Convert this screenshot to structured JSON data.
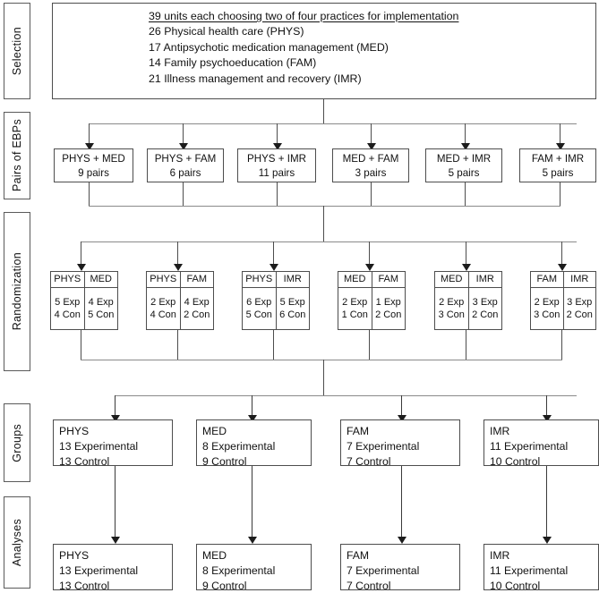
{
  "diagram": {
    "title": "Study flow: selection, pairing, randomization, groups and analyses",
    "stages": [
      {
        "key": "selection",
        "label": "Selection"
      },
      {
        "key": "pairs",
        "label": "Pairs of EBPs"
      },
      {
        "key": "randomization",
        "label": "Randomization"
      },
      {
        "key": "groups",
        "label": "Groups"
      },
      {
        "key": "analyses",
        "label": "Analyses"
      }
    ],
    "selection": {
      "heading": "39 units each choosing two of four practices for implementation",
      "items": [
        "26 Physical health care (PHYS)",
        "17 Antipsychotic medication management (MED)",
        "14 Family psychoeducation (FAM)",
        "21 Illness management and recovery (IMR)"
      ]
    },
    "pairs": [
      {
        "name": "PHYS + MED",
        "count": "9 pairs"
      },
      {
        "name": "PHYS + FAM",
        "count": "6 pairs"
      },
      {
        "name": "PHYS + IMR",
        "count": "11 pairs"
      },
      {
        "name": "MED + FAM",
        "count": "3 pairs"
      },
      {
        "name": "MED + IMR",
        "count": "5 pairs"
      },
      {
        "name": "FAM + IMR",
        "count": "5 pairs"
      }
    ],
    "randomization": [
      {
        "left_name": "PHYS",
        "right_name": "MED",
        "left_exp": "5 Exp",
        "left_con": "4 Con",
        "right_exp": "4 Exp",
        "right_con": "5 Con"
      },
      {
        "left_name": "PHYS",
        "right_name": "FAM",
        "left_exp": "2 Exp",
        "left_con": "4 Con",
        "right_exp": "4 Exp",
        "right_con": "2 Con"
      },
      {
        "left_name": "PHYS",
        "right_name": "IMR",
        "left_exp": "6 Exp",
        "left_con": "5 Con",
        "right_exp": "5 Exp",
        "right_con": "6 Con"
      },
      {
        "left_name": "MED",
        "right_name": "FAM",
        "left_exp": "2 Exp",
        "left_con": "1 Con",
        "right_exp": "1 Exp",
        "right_con": "2 Con"
      },
      {
        "left_name": "MED",
        "right_name": "IMR",
        "left_exp": "2 Exp",
        "left_con": "3 Con",
        "right_exp": "3 Exp",
        "right_con": "2 Con"
      },
      {
        "left_name": "FAM",
        "right_name": "IMR",
        "left_exp": "2 Exp",
        "left_con": "3 Con",
        "right_exp": "3 Exp",
        "right_con": "2 Con"
      }
    ],
    "groups": [
      {
        "name": "PHYS",
        "experimental": "13 Experimental",
        "control": "13 Control"
      },
      {
        "name": "MED",
        "experimental": "8 Experimental",
        "control": "9 Control"
      },
      {
        "name": "FAM",
        "experimental": "7 Experimental",
        "control": "7 Control"
      },
      {
        "name": "IMR",
        "experimental": "11 Experimental",
        "control": "10 Control"
      }
    ],
    "analyses": [
      {
        "name": "PHYS",
        "experimental": "13 Experimental",
        "control": "13 Control"
      },
      {
        "name": "MED",
        "experimental": "8 Experimental",
        "control": "9 Control"
      },
      {
        "name": "FAM",
        "experimental": "7 Experimental",
        "control": "7 Control"
      },
      {
        "name": "IMR",
        "experimental": "11 Experimental",
        "control": "10 Control"
      }
    ],
    "colors": {
      "box_border": "#4d4d4d",
      "label_border": "#5a5a5a",
      "connector": "#8a8a8a",
      "arrow": "#1c1c1c",
      "background": "#ffffff",
      "text": "#111111"
    }
  }
}
